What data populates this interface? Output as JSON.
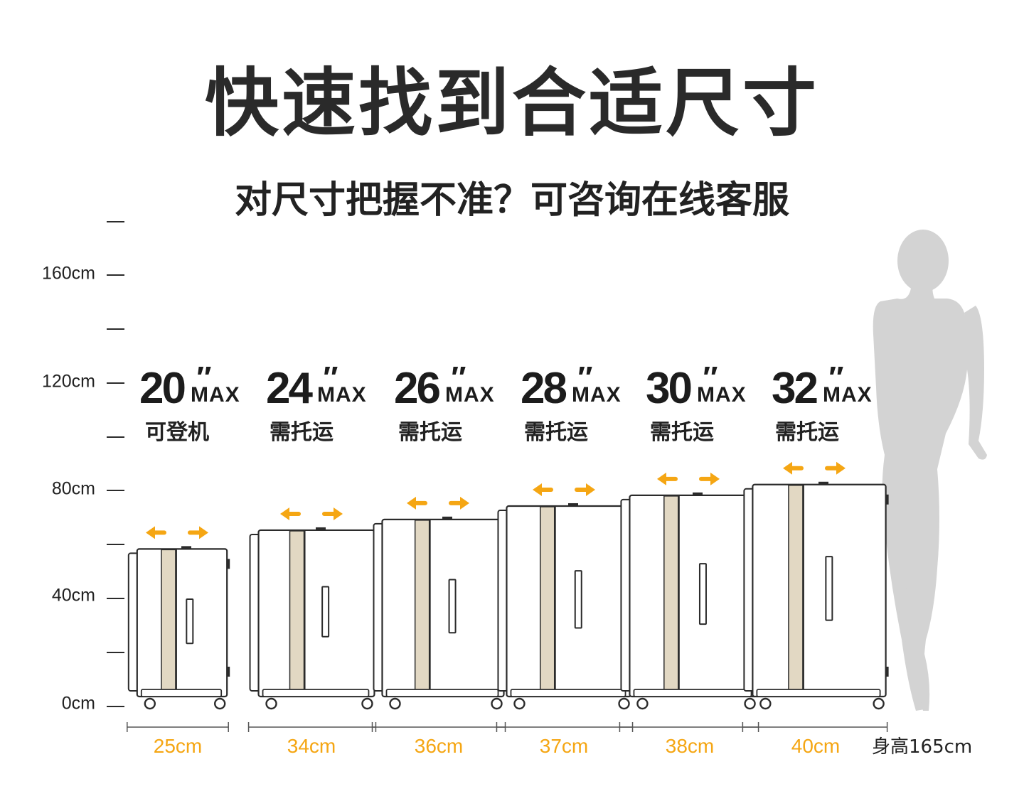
{
  "header": {
    "title": "快速找到合适尺寸",
    "subtitle": "对尺寸把握不准？可咨询在线客服"
  },
  "scale": {
    "labels": [
      "160cm",
      "120cm",
      "80cm",
      "40cm",
      "0cm"
    ]
  },
  "chart_data": {
    "type": "diagram",
    "unit": "cm",
    "person_height_label": "身高165cm",
    "person_height_cm": 165,
    "items": [
      {
        "size": "20",
        "inch_mark": "″",
        "max": "MAX",
        "note": "可登机",
        "width_label": "25cm",
        "width_cm": 25,
        "height_cm": 55
      },
      {
        "size": "24",
        "inch_mark": "″",
        "max": "MAX",
        "note": "需托运",
        "width_label": "34cm",
        "width_cm": 34,
        "height_cm": 62
      },
      {
        "size": "26",
        "inch_mark": "″",
        "max": "MAX",
        "note": "需托运",
        "width_label": "36cm",
        "width_cm": 36,
        "height_cm": 66
      },
      {
        "size": "28",
        "inch_mark": "″",
        "max": "MAX",
        "note": "需托运",
        "width_label": "37cm",
        "width_cm": 37,
        "height_cm": 71
      },
      {
        "size": "30",
        "inch_mark": "″",
        "max": "MAX",
        "note": "需托运",
        "width_label": "38cm",
        "width_cm": 38,
        "height_cm": 75
      },
      {
        "size": "32",
        "inch_mark": "″",
        "max": "MAX",
        "note": "需托运",
        "width_label": "40cm",
        "width_cm": 40,
        "height_cm": 79
      }
    ]
  },
  "colors": {
    "accent": "#f5a613",
    "stripe": "#e2d8c3",
    "outline": "#2b2b2b",
    "silhouette": "#d3d3d3"
  }
}
